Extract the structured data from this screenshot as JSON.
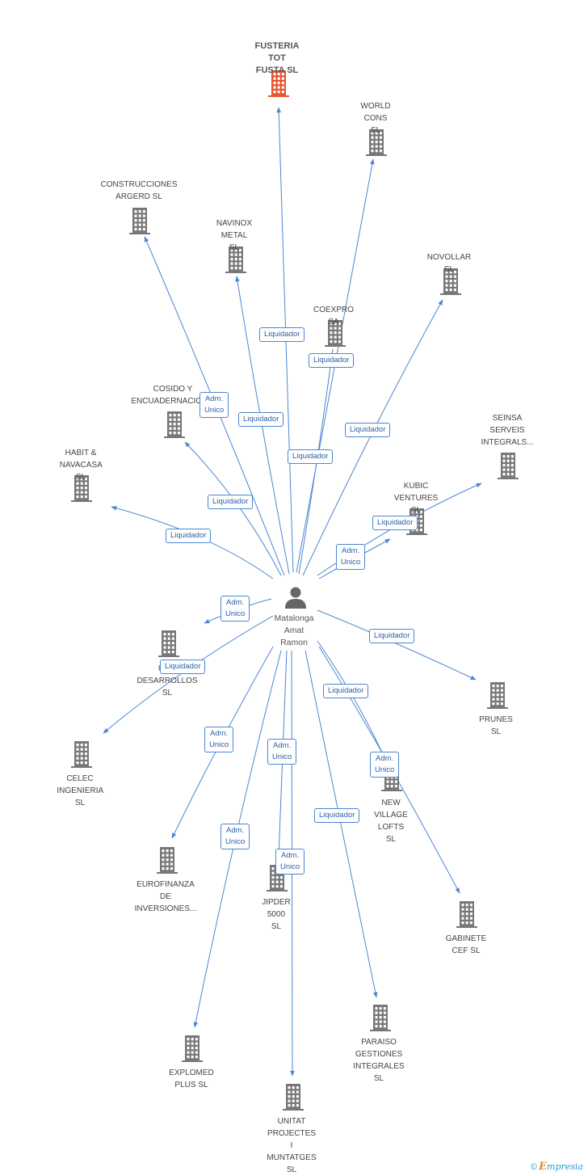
{
  "colors": {
    "edge": "#4a86d4",
    "building": "#777777",
    "focus_building": "#e8552f",
    "person": "#666666",
    "badge_border": "#4a86d4",
    "badge_text": "#2d5fa6"
  },
  "person": {
    "name": "Matalonga\nAmat\nRamon",
    "icon": "person-icon"
  },
  "companies": [
    {
      "id": "fusteria",
      "name": "FUSTERIA\nTOT FUSTA SL",
      "focus": true
    },
    {
      "id": "world",
      "name": "WORLD\nCONS SL"
    },
    {
      "id": "construcciones",
      "name": "CONSTRUCCIONES\nARGERD SL"
    },
    {
      "id": "navinox",
      "name": "NAVINOX\nMETAL  SL"
    },
    {
      "id": "novollar",
      "name": "NOVOLLAR SL"
    },
    {
      "id": "coexpro",
      "name": "COEXPRO SA"
    },
    {
      "id": "cosido",
      "name": "COSIDO Y\nENCUADERNACION..."
    },
    {
      "id": "seinsa",
      "name": "SEINSA\nSERVEIS\nINTEGRALS..."
    },
    {
      "id": "habit",
      "name": "HABIT &\nNAVACASA SL"
    },
    {
      "id": "kubic",
      "name": "KUBIC\nVENTURES SL"
    },
    {
      "id": "ub",
      "name": "UB...\nDESARROLLOS SL"
    },
    {
      "id": "prunes",
      "name": "PRUNES SL"
    },
    {
      "id": "celec",
      "name": "CELEC\nINGENIERIA SL"
    },
    {
      "id": "newvillage",
      "name": "NEW\nVILLAGE\nLOFTS SL"
    },
    {
      "id": "eurofinanza",
      "name": "EUROFINANZA\nDE\nINVERSIONES..."
    },
    {
      "id": "jipder",
      "name": "JIPDER 5000 SL"
    },
    {
      "id": "gabinete",
      "name": "GABINETE\nCEF SL"
    },
    {
      "id": "paraiso",
      "name": "PARAISO\nGESTIONES\nINTEGRALES SL"
    },
    {
      "id": "explomed",
      "name": "EXPLOMED\nPLUS SL"
    },
    {
      "id": "unitat",
      "name": "UNITAT\nPROJECTES I\nMUNTATGES SL"
    }
  ],
  "relations": [
    {
      "to": "fusteria",
      "label": "Liquidador"
    },
    {
      "to": "world",
      "label": "Liquidador"
    },
    {
      "to": "construcciones",
      "label": "Adm.\nUnico"
    },
    {
      "to": "navinox",
      "label": "Liquidador"
    },
    {
      "to": "novollar",
      "label": "Liquidador"
    },
    {
      "to": "cosido",
      "label": "Liquidador"
    },
    {
      "to": "coexpro",
      "label": "Liquidador"
    },
    {
      "to": "habit",
      "label": "Liquidador"
    },
    {
      "to": "seinsa",
      "label": "Liquidador"
    },
    {
      "to": "kubic",
      "label": "Adm.\nUnico"
    },
    {
      "to": "ub",
      "label": "Adm.\nUnico"
    },
    {
      "to": "celec",
      "label": "Liquidador"
    },
    {
      "to": "prunes",
      "label": "Liquidador"
    },
    {
      "to": "newvillage",
      "label": "Liquidador"
    },
    {
      "to": "gabinete",
      "label": "Adm.\nUnico"
    },
    {
      "to": "eurofinanza",
      "label": "Adm.\nUnico"
    },
    {
      "to": "jipder",
      "label": "Adm.\nUnico"
    },
    {
      "to": "paraiso",
      "label": "Liquidador"
    },
    {
      "to": "explomed",
      "label": "Adm.\nUnico"
    },
    {
      "to": "unitat",
      "label": "Adm.\nUnico"
    }
  ],
  "footer": {
    "copyright": "©",
    "brand_initial": "E",
    "brand_rest": "mpresia"
  }
}
